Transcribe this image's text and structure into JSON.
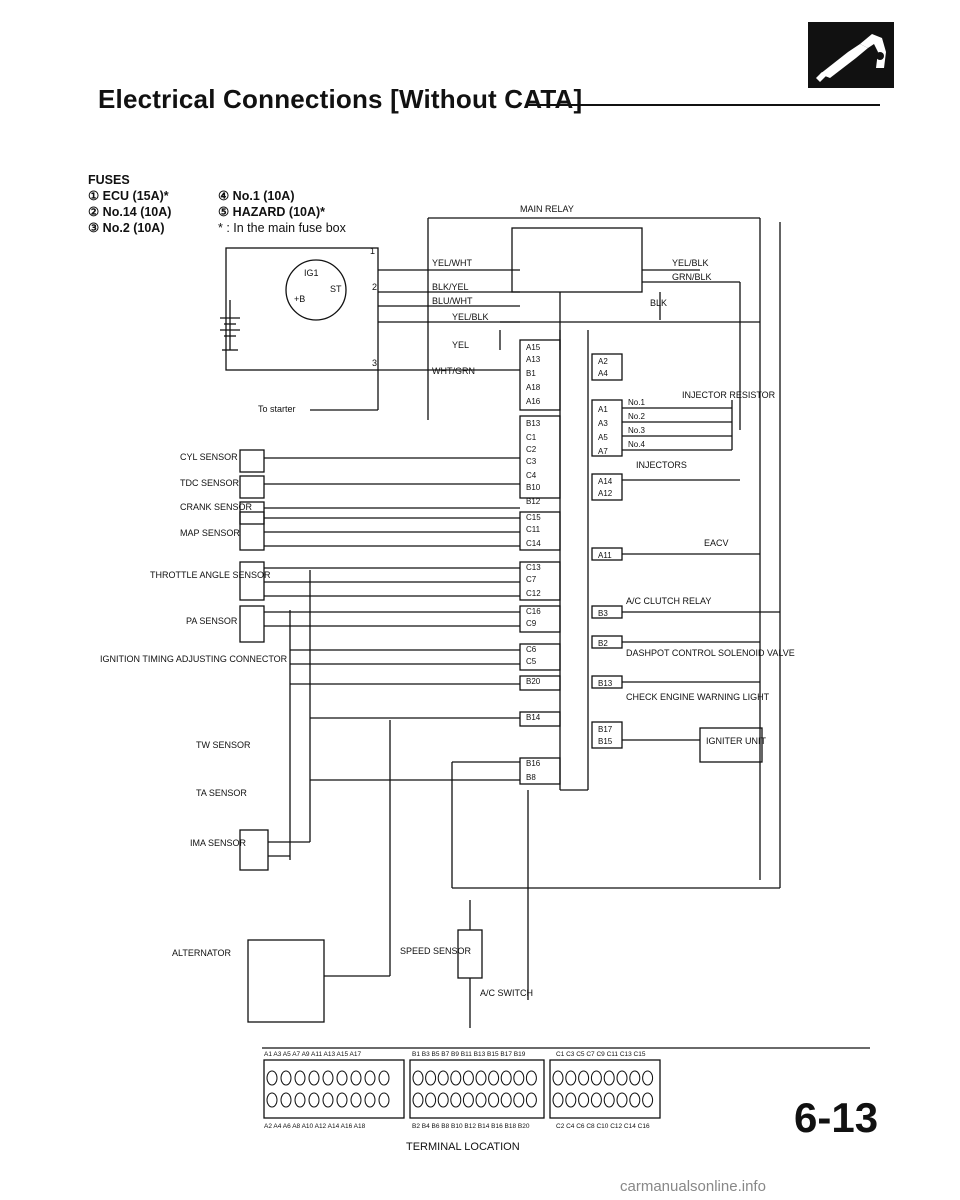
{
  "title": "Electrical Connections [Without CATA]",
  "page_number": "6-13",
  "watermark": "carmanualsonline.info",
  "fuses": {
    "heading": "FUSES",
    "items": [
      "① ECU (15A)*",
      "④ No.1 (10A)",
      "② No.14 (10A)",
      "⑤ HAZARD (10A)*",
      "③ No.2 (10A)",
      "* : In the main fuse box"
    ]
  },
  "labels": {
    "main_relay": "MAIN RELAY",
    "yel_wht": "YEL/WHT",
    "blk_yel": "BLK/YEL",
    "blu_wht": "BLU/WHT",
    "yel_blk": "YEL/BLK",
    "yel": "YEL",
    "wht_grn": "WHT/GRN",
    "yel_blk_out": "YEL/BLK",
    "grn_blk": "GRN/BLK",
    "blk": "BLK",
    "to_starter": "To starter",
    "ig1": "IG1",
    "st": "ST",
    "plus_b": "+B",
    "cyl_sensor": "CYL SENSOR",
    "tdc_sensor": "TDC SENSOR",
    "crank_sensor": "CRANK SENSOR",
    "map_sensor": "MAP SENSOR",
    "throttle_angle_sensor": "THROTTLE ANGLE SENSOR",
    "pa_sensor": "PA SENSOR",
    "ignition_timing": "IGNITION TIMING ADJUSTING CONNECTOR",
    "tw_sensor": "TW SENSOR",
    "ta_sensor": "TA SENSOR",
    "ima_sensor": "IMA SENSOR",
    "alternator": "ALTERNATOR",
    "speed_sensor": "SPEED SENSOR",
    "ac_switch": "A/C SWITCH",
    "injector_resistor": "INJECTOR RESISTOR",
    "injectors": "INJECTORS",
    "eacv": "EACV",
    "ac_clutch_relay": "A/C CLUTCH RELAY",
    "dashpot": "DASHPOT CONTROL SOLENOID VALVE",
    "check_engine": "CHECK ENGINE WARNING LIGHT",
    "igniter_unit": "IGNITER UNIT",
    "terminal_location": "TERMINAL LOCATION",
    "fuse_num_1": "1",
    "fuse_num_2": "2",
    "fuse_num_3": "3"
  },
  "ecu_left_pins": [
    "A15",
    "A13",
    "B1",
    "A18",
    "A16",
    "B13",
    "C1",
    "C2",
    "C3",
    "C4",
    "B10",
    "B12",
    "C15",
    "C11",
    "C14",
    "C13",
    "C7",
    "C12",
    "C16",
    "C9",
    "C6",
    "C5",
    "B20",
    "B14",
    "B16",
    "B8"
  ],
  "ecu_right_pins": [
    "A2",
    "A4",
    "A1",
    "A3",
    "A5",
    "A7",
    "A14",
    "A12",
    "A11",
    "B3",
    "B2",
    "B13",
    "B17",
    "B15"
  ],
  "injector_labels": [
    "No.1",
    "No.2",
    "No.3",
    "No.4"
  ],
  "terminal_rows": {
    "top_a": "A1 A3 A5 A7 A9 A11 A13 A15 A17",
    "top_b": "B1 B3 B5 B7 B9 B11 B13 B15 B17 B19",
    "top_c": "C1 C3 C5 C7 C9 C11 C13 C15",
    "bottom_a": "A2 A4 A6 A8 A10 A12 A14 A16 A18",
    "bottom_b": "B2 B4 B6 B8 B10 B12 B14 B16 B18 B20",
    "bottom_c": "C2 C4 C6 C8 C10 C12 C14 C16"
  }
}
